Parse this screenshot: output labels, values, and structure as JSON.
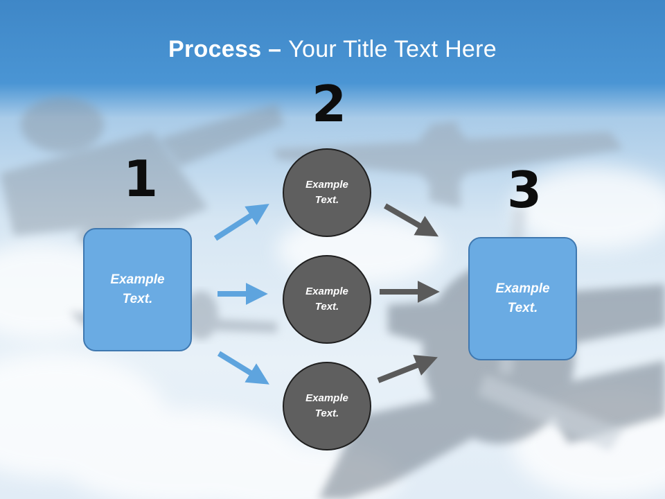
{
  "colors": {
    "blue_box": "#6aabe3",
    "blue_arrow": "#5ea4de",
    "gray_circle": "#5f5f5f",
    "gray_arrow": "#5a5a5a",
    "title_band": "#4a95d4"
  },
  "title": {
    "bold": "Process",
    "separator": " – ",
    "rest": "Your Title Text Here"
  },
  "steps": {
    "one": "1",
    "two": "2",
    "three": "3"
  },
  "left_box": {
    "text": "Example\nText."
  },
  "circles": [
    {
      "text": "Example\nText."
    },
    {
      "text": "Example\nText."
    },
    {
      "text": "Example\nText."
    }
  ],
  "right_box": {
    "text": "Example\nText."
  }
}
